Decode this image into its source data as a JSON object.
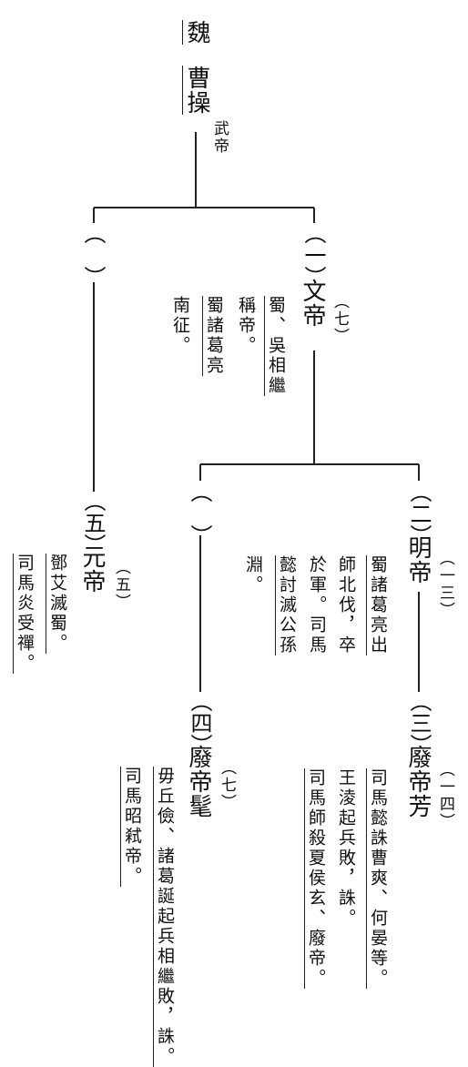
{
  "state": "魏",
  "founder": {
    "name": "曹操",
    "title": "武帝"
  },
  "rulers": [
    {
      "id": "u1",
      "ordinal": "（　）",
      "name": "",
      "years": ""
    },
    {
      "id": "wendi",
      "ordinal": "（一）",
      "name": "文帝",
      "years": "（七）",
      "notes": [
        "蜀、吳相繼",
        "稱帝。",
        "蜀諸葛亮",
        "南征。"
      ]
    },
    {
      "id": "mingdi",
      "ordinal": "（二）",
      "name": "明帝",
      "years": "（一三）",
      "notes": [
        "蜀諸葛亮出",
        "師北伐，卒",
        "於軍。司馬",
        "懿討滅公孫",
        "淵。"
      ]
    },
    {
      "id": "u2",
      "ordinal": "（　）",
      "name": "",
      "years": ""
    },
    {
      "id": "feidi-fang",
      "ordinal": "（三）",
      "name": "廢帝芳",
      "years": "（一四）",
      "notes": [
        "司馬懿誅曹爽、何晏等。",
        "王淩起兵敗，誅。",
        "司馬師殺夏侯玄、廢帝。"
      ]
    },
    {
      "id": "feidi-mao",
      "ordinal": "（四）",
      "name": "廢帝髦",
      "years": "（七）",
      "notes": [
        "毋丘儉、諸葛誕起兵相繼敗，誅。",
        "司馬昭弒帝。"
      ]
    },
    {
      "id": "yuandi",
      "ordinal": "（五）",
      "name": "元帝",
      "years": "（五）",
      "notes": [
        "鄧艾滅蜀。",
        "司馬炎受禪。"
      ]
    }
  ]
}
